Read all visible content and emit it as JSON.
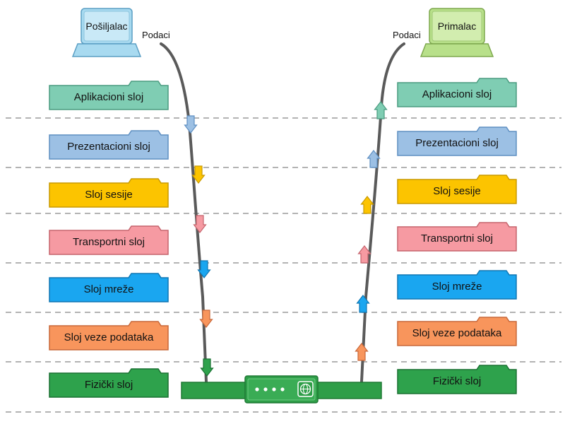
{
  "sender": {
    "title": "Pošiljalac",
    "data_label": "Podaci"
  },
  "receiver": {
    "title": "Primalac",
    "data_label": "Podaci"
  },
  "layers_left": [
    "Aplikacioni sloj",
    "Prezentacioni sloj",
    "Sloj sesije",
    "Transportni sloj",
    "Sloj mreže",
    "Sloj veze podataka",
    "Fizički sloj"
  ],
  "layers_right": [
    "Aplikacioni sloj",
    "Prezentacioni sloj",
    "Sloj sesije",
    "Transportni sloj",
    "Sloj mreže",
    "Sloj veze podataka",
    "Fizički sloj"
  ],
  "layer_colors": {
    "application": {
      "fill": "#7fcdb3",
      "stroke": "#4a9c80"
    },
    "presentation": {
      "fill": "#9cc0e4",
      "stroke": "#5e8fc2"
    },
    "session": {
      "fill": "#fcc400",
      "stroke": "#c99a00"
    },
    "transport": {
      "fill": "#f69aa2",
      "stroke": "#c5646d"
    },
    "network": {
      "fill": "#1aa6f0",
      "stroke": "#1077b3"
    },
    "data_link": {
      "fill": "#f8955c",
      "stroke": "#c8683a"
    },
    "physical": {
      "fill": "#2ea24c",
      "stroke": "#1b7133"
    }
  },
  "sender_color": "#a8daf0",
  "receiver_color": "#b8e08a",
  "medium_color": "#2e9e48",
  "icons": {
    "sender": "laptop-icon",
    "receiver": "laptop-icon",
    "network_device": "switch-icon",
    "globe": "globe-icon",
    "arrow_down": "arrow-down-icon",
    "arrow_up": "arrow-up-icon"
  }
}
